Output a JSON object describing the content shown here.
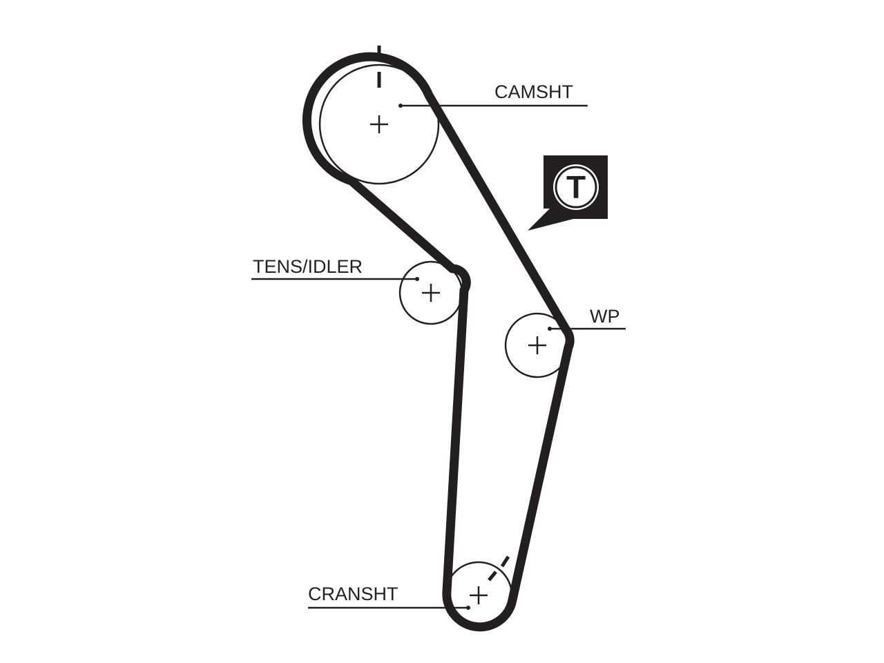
{
  "labels": {
    "camshaft": "CAMSHT",
    "tensioner": "TENS/IDLER",
    "water_pump": "WP",
    "crankshaft": "CRANSHT"
  },
  "badge": {
    "letter": "T"
  },
  "colors": {
    "line": "#231f20",
    "background": "#ffffff"
  },
  "icons": {
    "badge": "tensioner-badge-icon",
    "center_mark": "plus-icon",
    "timing_mark": "timing-mark-icon"
  }
}
